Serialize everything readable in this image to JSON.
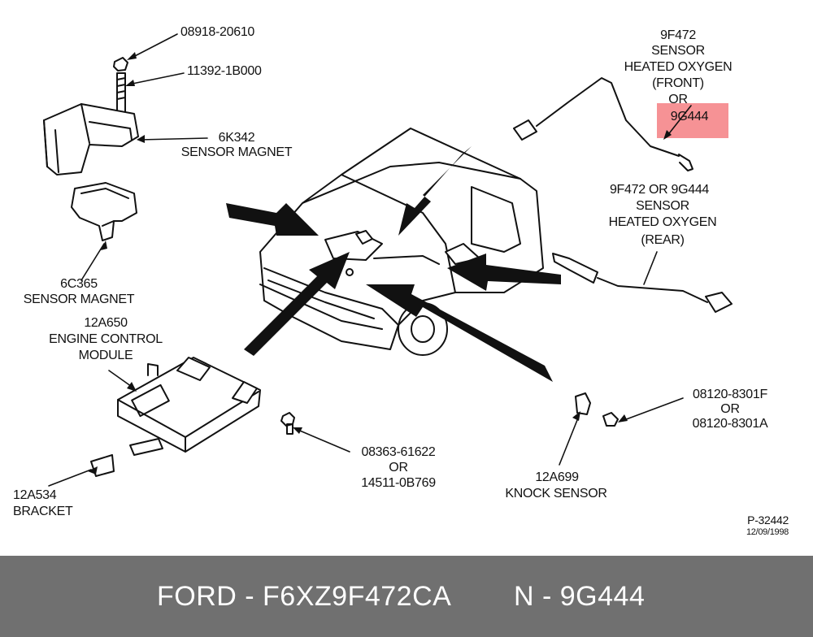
{
  "labels": {
    "nut_part": "08918-20610",
    "bolt_part": "11392-1B000",
    "sensor_magnet_top_num": "6K342",
    "sensor_magnet_top_name": "SENSOR MAGNET",
    "sensor_magnet_left_num": "6C365",
    "sensor_magnet_left_name": "SENSOR MAGNET",
    "ecm_num": "12A650",
    "ecm_line1": "ENGINE CONTROL",
    "ecm_line2": "MODULE",
    "bracket_num": "12A534",
    "bracket_name": "BRACKET",
    "front_sensor_num": "9F472",
    "front_sensor_line1": "SENSOR",
    "front_sensor_line2": "HEATED OXYGEN",
    "front_sensor_line3": "(FRONT)",
    "front_sensor_or": "OR",
    "front_sensor_alt": "9G444",
    "rear_sensor_num": "9F472 OR 9G444",
    "rear_sensor_line1": "SENSOR",
    "rear_sensor_line2": "HEATED OXYGEN",
    "rear_sensor_line3": "(REAR)",
    "screw_part_1": "08363-61622",
    "screw_or": "OR",
    "screw_part_2": "14511-0B769",
    "knock_bolt_1": "08120-8301F",
    "knock_or": "OR",
    "knock_bolt_2": "08120-8301A",
    "knock_num": "12A699",
    "knock_name": "KNOCK SENSOR",
    "ref_code": "P-32442",
    "ref_date": "12/09/1998"
  },
  "footer": {
    "brand_part": "FORD - F6XZ9F472CA",
    "alt_part": "N - 9G444"
  },
  "colors": {
    "highlight": "#f47f82",
    "footer_bg": "#707070",
    "footer_text": "#ffffff"
  }
}
